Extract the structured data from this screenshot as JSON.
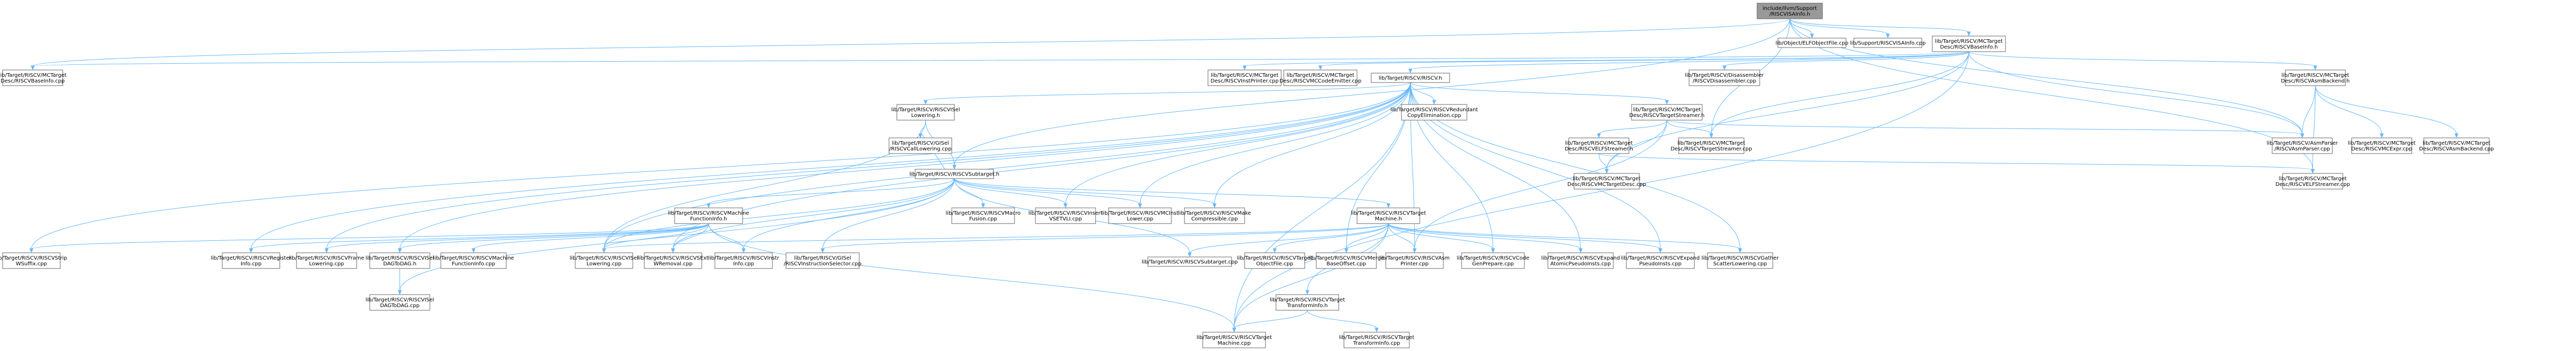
{
  "graph": {
    "nodes": [
      {
        "id": "root",
        "lines": [
          "include/llvm/Support",
          "/RISCVISAInfo.h"
        ],
        "root": true
      },
      {
        "id": "objfile",
        "lines": [
          "lib/Object/ELFObjectFile.cpp"
        ]
      },
      {
        "id": "isainfo",
        "lines": [
          "lib/Support/RISCVISAInfo.cpp"
        ]
      },
      {
        "id": "baseinfo_h",
        "lines": [
          "lib/Target/RISCV/MCTarget",
          "Desc/RISCVBaseInfo.h"
        ]
      },
      {
        "id": "baseinfo_cpp",
        "lines": [
          "lib/Target/RISCV/MCTarget",
          "Desc/RISCVBaseInfo.cpp"
        ]
      },
      {
        "id": "instprinter",
        "lines": [
          "lib/Target/RISCV/MCTarget",
          "Desc/RISCVInstPrinter.cpp"
        ]
      },
      {
        "id": "mccodeemitter",
        "lines": [
          "lib/Target/RISCV/MCTarget",
          "Desc/RISCVMCCodeEmitter.cpp"
        ]
      },
      {
        "id": "riscv_h",
        "lines": [
          "lib/Target/RISCV/RISCV.h"
        ]
      },
      {
        "id": "disasm",
        "lines": [
          "lib/Target/RISCV/Disassembler",
          "/RISCVDisassembler.cpp"
        ]
      },
      {
        "id": "asmbackend_h",
        "lines": [
          "lib/Target/RISCV/MCTarget",
          "Desc/RISCVAsmBackend.h"
        ]
      },
      {
        "id": "isel_lowering_h",
        "lines": [
          "lib/Target/RISCV/RISCVISel",
          "Lowering.h"
        ]
      },
      {
        "id": "redundant_copy",
        "lines": [
          "lib/Target/RISCV/RISCVRedundant",
          "CopyElimination.cpp"
        ]
      },
      {
        "id": "targetstreamer_h",
        "lines": [
          "lib/Target/RISCV/MCTarget",
          "Desc/RISCVTargetStreamer.h"
        ]
      },
      {
        "id": "asmparser",
        "lines": [
          "lib/Target/RISCV/AsmParser",
          "/RISCVAsmParser.cpp"
        ]
      },
      {
        "id": "mcexpr",
        "lines": [
          "lib/Target/RISCV/MCTarget",
          "Desc/RISCVMCExpr.cpp"
        ]
      },
      {
        "id": "asmbackend_cpp",
        "lines": [
          "lib/Target/RISCV/MCTarget",
          "Desc/RISCVAsmBackend.cpp"
        ]
      },
      {
        "id": "gisel_calllowering",
        "lines": [
          "lib/Target/RISCV/GISel",
          "/RISCVCallLowering.cpp"
        ]
      },
      {
        "id": "subtarget_h",
        "lines": [
          "lib/Target/RISCV/RISCVSubtarget.h"
        ]
      },
      {
        "id": "elfstreamer_h",
        "lines": [
          "lib/Target/RISCV/MCTarget",
          "Desc/RISCVELFStreamer.h"
        ]
      },
      {
        "id": "targetstreamer_cpp",
        "lines": [
          "lib/Target/RISCV/MCTarget",
          "Desc/RISCVTargetStreamer.cpp"
        ]
      },
      {
        "id": "elfstreamer_cpp",
        "lines": [
          "lib/Target/RISCV/MCTarget",
          "Desc/RISCVELFStreamer.cpp"
        ]
      },
      {
        "id": "mctargetdesc",
        "lines": [
          "lib/Target/RISCV/MCTarget",
          "Desc/RISCVMCTargetDesc.cpp"
        ]
      },
      {
        "id": "mfi_h",
        "lines": [
          "lib/Target/RISCV/RISCVMachine",
          "FunctionInfo.h"
        ]
      },
      {
        "id": "macrofusion",
        "lines": [
          "lib/Target/RISCV/RISCVMacro",
          "Fusion.cpp"
        ]
      },
      {
        "id": "insertvsetvli",
        "lines": [
          "lib/Target/RISCV/RISCVInsert",
          "VSETVLI.cpp"
        ]
      },
      {
        "id": "mcinstlower",
        "lines": [
          "lib/Target/RISCV/RISCVMCInst",
          "Lower.cpp"
        ]
      },
      {
        "id": "makecompressible",
        "lines": [
          "lib/Target/RISCV/RISCVMake",
          "Compressible.cpp"
        ]
      },
      {
        "id": "targetmachine_h",
        "lines": [
          "lib/Target/RISCV/RISCVTarget",
          "Machine.h"
        ]
      },
      {
        "id": "strip_wsuffix",
        "lines": [
          "lib/Target/RISCV/RISCVStrip",
          "WSuffix.cpp"
        ]
      },
      {
        "id": "register_info",
        "lines": [
          "lib/Target/RISCV/RISCVRegister",
          "Info.cpp"
        ]
      },
      {
        "id": "frame_lowering",
        "lines": [
          "lib/Target/RISCV/RISCVFrame",
          "Lowering.cpp"
        ]
      },
      {
        "id": "isel_dag_h",
        "lines": [
          "lib/Target/RISCV/RISCVISel",
          "DAGToDAG.h"
        ]
      },
      {
        "id": "mfi_cpp",
        "lines": [
          "lib/Target/RISCV/RISCVMachine",
          "FunctionInfo.cpp"
        ]
      },
      {
        "id": "isel_lowering_cpp",
        "lines": [
          "lib/Target/RISCV/RISCVISel",
          "Lowering.cpp"
        ]
      },
      {
        "id": "sext_wremoval",
        "lines": [
          "lib/Target/RISCV/RISCVSExt",
          "WRemoval.cpp"
        ]
      },
      {
        "id": "instr_info",
        "lines": [
          "lib/Target/RISCV/RISCVInstr",
          "Info.cpp"
        ]
      },
      {
        "id": "gisel_selector",
        "lines": [
          "lib/Target/RISCV/GISel",
          "/RISCVInstructionSelector.cpp"
        ]
      },
      {
        "id": "subtarget_cpp",
        "lines": [
          "lib/Target/RISCV/RISCVSubtarget.cpp"
        ]
      },
      {
        "id": "target_objfile",
        "lines": [
          "lib/Target/RISCV/RISCVTarget",
          "ObjectFile.cpp"
        ]
      },
      {
        "id": "merge_baseoffset",
        "lines": [
          "lib/Target/RISCV/RISCVMerge",
          "BaseOffset.cpp"
        ]
      },
      {
        "id": "asm_printer",
        "lines": [
          "lib/Target/RISCV/RISCVAsm",
          "Printer.cpp"
        ]
      },
      {
        "id": "codegen_prepare",
        "lines": [
          "lib/Target/RISCV/RISCVCode",
          "GenPrepare.cpp"
        ]
      },
      {
        "id": "expand_atomic",
        "lines": [
          "lib/Target/RISCV/RISCVExpand",
          "AtomicPseudoInsts.cpp"
        ]
      },
      {
        "id": "expand_pseudo",
        "lines": [
          "lib/Target/RISCV/RISCVExpand",
          "PseudoInsts.cpp"
        ]
      },
      {
        "id": "gather_scatter",
        "lines": [
          "lib/Target/RISCV/RISCVGather",
          "ScatterLowering.cpp"
        ]
      },
      {
        "id": "isel_dag_cpp",
        "lines": [
          "lib/Target/RISCV/RISCVISel",
          "DAGToDAG.cpp"
        ]
      },
      {
        "id": "transform_info_h",
        "lines": [
          "lib/Target/RISCV/RISCVTarget",
          "TransformInfo.h"
        ]
      },
      {
        "id": "targetmachine_cpp",
        "lines": [
          "lib/Target/RISCV/RISCVTarget",
          "Machine.cpp"
        ]
      },
      {
        "id": "transform_info_cpp",
        "lines": [
          "lib/Target/RISCV/RISCVTarget",
          "TransformInfo.cpp"
        ]
      }
    ],
    "edges": [
      [
        "root",
        "objfile"
      ],
      [
        "root",
        "isainfo"
      ],
      [
        "root",
        "baseinfo_h"
      ],
      [
        "root",
        "baseinfo_cpp"
      ],
      [
        "root",
        "asmparser"
      ],
      [
        "root",
        "targetstreamer_cpp"
      ],
      [
        "root",
        "elfstreamer_cpp"
      ],
      [
        "root",
        "subtarget_h"
      ],
      [
        "baseinfo_h",
        "baseinfo_cpp"
      ],
      [
        "baseinfo_h",
        "instprinter"
      ],
      [
        "baseinfo_h",
        "mccodeemitter"
      ],
      [
        "baseinfo_h",
        "riscv_h"
      ],
      [
        "baseinfo_h",
        "disasm"
      ],
      [
        "baseinfo_h",
        "asmbackend_h"
      ],
      [
        "baseinfo_h",
        "asmparser"
      ],
      [
        "baseinfo_h",
        "mctargetdesc"
      ],
      [
        "baseinfo_h",
        "targetstreamer_cpp"
      ],
      [
        "baseinfo_h",
        "targetmachine_cpp"
      ],
      [
        "riscv_h",
        "isel_lowering_h"
      ],
      [
        "riscv_h",
        "redundant_copy"
      ],
      [
        "riscv_h",
        "targetstreamer_h"
      ],
      [
        "riscv_h",
        "insertvsetvli"
      ],
      [
        "riscv_h",
        "mcinstlower"
      ],
      [
        "riscv_h",
        "makecompressible"
      ],
      [
        "riscv_h",
        "strip_wsuffix"
      ],
      [
        "riscv_h",
        "register_info"
      ],
      [
        "riscv_h",
        "frame_lowering"
      ],
      [
        "riscv_h",
        "isel_dag_h"
      ],
      [
        "riscv_h",
        "isel_lowering_cpp"
      ],
      [
        "riscv_h",
        "sext_wremoval"
      ],
      [
        "riscv_h",
        "merge_baseoffset"
      ],
      [
        "riscv_h",
        "asm_printer"
      ],
      [
        "riscv_h",
        "codegen_prepare"
      ],
      [
        "riscv_h",
        "expand_atomic"
      ],
      [
        "riscv_h",
        "expand_pseudo"
      ],
      [
        "riscv_h",
        "gather_scatter"
      ],
      [
        "riscv_h",
        "targetmachine_cpp"
      ],
      [
        "asmbackend_h",
        "asmparser"
      ],
      [
        "asmbackend_h",
        "mcexpr"
      ],
      [
        "asmbackend_h",
        "asmbackend_cpp"
      ],
      [
        "asmbackend_h",
        "elfstreamer_cpp"
      ],
      [
        "isel_lowering_h",
        "gisel_calllowering"
      ],
      [
        "isel_lowering_h",
        "subtarget_h"
      ],
      [
        "isel_lowering_h",
        "isel_lowering_cpp"
      ],
      [
        "targetstreamer_h",
        "elfstreamer_h"
      ],
      [
        "targetstreamer_h",
        "targetstreamer_cpp"
      ],
      [
        "targetstreamer_h",
        "mctargetdesc"
      ],
      [
        "targetstreamer_h",
        "asmparser"
      ],
      [
        "targetstreamer_h",
        "asm_printer"
      ],
      [
        "elfstreamer_h",
        "mctargetdesc"
      ],
      [
        "elfstreamer_h",
        "elfstreamer_cpp"
      ],
      [
        "subtarget_h",
        "gisel_calllowering"
      ],
      [
        "subtarget_h",
        "mfi_h"
      ],
      [
        "subtarget_h",
        "macrofusion"
      ],
      [
        "subtarget_h",
        "insertvsetvli"
      ],
      [
        "subtarget_h",
        "mcinstlower"
      ],
      [
        "subtarget_h",
        "makecompressible"
      ],
      [
        "subtarget_h",
        "targetmachine_h"
      ],
      [
        "subtarget_h",
        "isel_dag_cpp"
      ],
      [
        "subtarget_h",
        "isel_lowering_cpp"
      ],
      [
        "subtarget_h",
        "sext_wremoval"
      ],
      [
        "subtarget_h",
        "instr_info"
      ],
      [
        "subtarget_h",
        "gisel_selector"
      ],
      [
        "subtarget_h",
        "subtarget_cpp"
      ],
      [
        "mfi_h",
        "strip_wsuffix"
      ],
      [
        "mfi_h",
        "register_info"
      ],
      [
        "mfi_h",
        "frame_lowering"
      ],
      [
        "mfi_h",
        "isel_dag_h"
      ],
      [
        "mfi_h",
        "mfi_cpp"
      ],
      [
        "mfi_h",
        "isel_lowering_cpp"
      ],
      [
        "mfi_h",
        "sext_wremoval"
      ],
      [
        "mfi_h",
        "instr_info"
      ],
      [
        "mfi_h",
        "targetmachine_cpp"
      ],
      [
        "targetmachine_h",
        "isel_lowering_cpp"
      ],
      [
        "targetmachine_h",
        "gisel_selector"
      ],
      [
        "targetmachine_h",
        "subtarget_cpp"
      ],
      [
        "targetmachine_h",
        "target_objfile"
      ],
      [
        "targetmachine_h",
        "merge_baseoffset"
      ],
      [
        "targetmachine_h",
        "asm_printer"
      ],
      [
        "targetmachine_h",
        "codegen_prepare"
      ],
      [
        "targetmachine_h",
        "expand_atomic"
      ],
      [
        "targetmachine_h",
        "expand_pseudo"
      ],
      [
        "targetmachine_h",
        "gather_scatter"
      ],
      [
        "targetmachine_h",
        "transform_info_h"
      ],
      [
        "targetmachine_h",
        "targetmachine_cpp"
      ],
      [
        "isel_dag_h",
        "isel_dag_cpp"
      ],
      [
        "transform_info_h",
        "targetmachine_cpp"
      ],
      [
        "transform_info_h",
        "transform_info_cpp"
      ]
    ]
  }
}
